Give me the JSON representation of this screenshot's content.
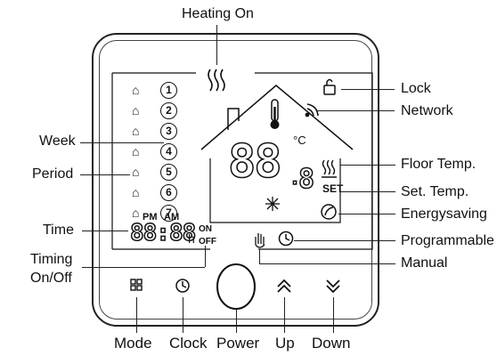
{
  "labels": {
    "heating_on": "Heating On",
    "lock": "Lock",
    "network": "Network",
    "week": "Week",
    "period": "Period",
    "floor_temp": "Floor Temp.",
    "set_temp": "Set. Temp.",
    "energysaving": "Energysaving",
    "time": "Time",
    "programmable": "Programmable",
    "timing_line1": "Timing",
    "timing_line2": "On/Off",
    "manual": "Manual",
    "mode": "Mode",
    "clock": "Clock",
    "power": "Power",
    "up": "Up",
    "down": "Down"
  },
  "screen": {
    "week_numbers": [
      "1",
      "2",
      "3",
      "4",
      "5",
      "6",
      "7"
    ],
    "pm": "PM",
    "am": "AM",
    "time_digits": "88:88",
    "time_unit": "h",
    "on": "ON",
    "off": "OFF",
    "temp_digits": "88",
    "temp_dot": ".",
    "temp_decimal": "8",
    "unit": "°C",
    "set": "SET"
  }
}
